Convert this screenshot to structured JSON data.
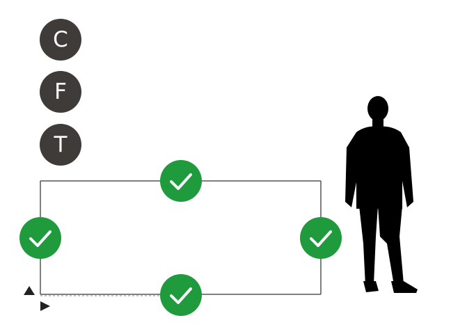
{
  "mode_buttons": [
    {
      "id": "c",
      "label": "C"
    },
    {
      "id": "f",
      "label": "F"
    },
    {
      "id": "t",
      "label": "T"
    }
  ],
  "colors": {
    "button_bg": "#3f3b38",
    "button_text": "#ffffff",
    "check_bg": "#1f9a3c",
    "check_mark": "#ffffff",
    "outline": "#555555",
    "silhouette": "#000000",
    "arrow": "#222222"
  },
  "edge_checks": [
    {
      "side": "top",
      "state": "checked",
      "icon": "check-icon"
    },
    {
      "side": "left",
      "state": "checked",
      "icon": "check-icon"
    },
    {
      "side": "right",
      "state": "checked",
      "icon": "check-icon"
    },
    {
      "side": "bottom",
      "state": "checked",
      "icon": "check-icon"
    }
  ],
  "icons": {
    "scale_figure": "person-silhouette-icon",
    "up_arrow": "triangle-up-icon",
    "right_arrow": "triangle-right-icon"
  }
}
